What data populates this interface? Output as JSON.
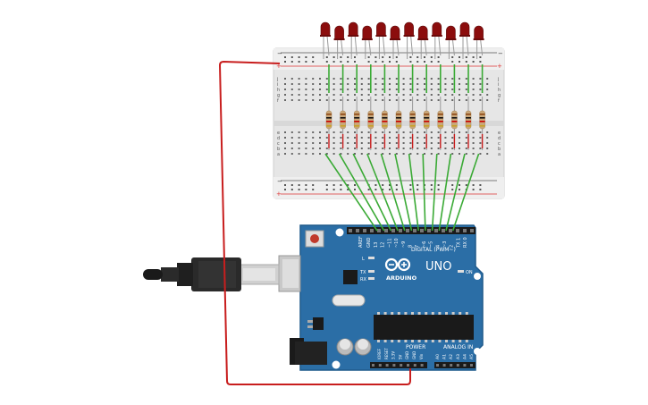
{
  "colors": {
    "board": "#2a6fa8",
    "board_dark": "#1f5a8c",
    "header_black": "#1a1a1a",
    "breadboard": "#e9e9e9",
    "breadboard_rail_red": "#d33",
    "breadboard_rail_blue": "#336",
    "led_red": "#8b0d0d",
    "wire_green": "#3aaa35",
    "wire_red": "#c81e1e",
    "resistor": "#c9a77a"
  },
  "components": {
    "led_count": 12,
    "resistor_count": 12
  },
  "board": {
    "brand": "ARDUINO",
    "model": "UNO",
    "digital_label": "DIGITAL (PWM~)",
    "power_label": "POWER",
    "analog_label": "ANALOG IN",
    "on_label": "ON",
    "l_label": "L",
    "tx_label": "TX",
    "rx_label": "RX",
    "aref_label": "AREF",
    "gnd_label": "GND",
    "digital_pins": [
      "13",
      "12",
      "~11",
      "~10",
      "~9",
      "8",
      "7",
      "~6",
      "~5",
      "4",
      "~3",
      "2",
      "TX 1",
      "RX 0"
    ],
    "power_pins": [
      "IOREF",
      "RESET",
      "3.3V",
      "5V",
      "GND",
      "GND",
      "Vin"
    ],
    "analog_pins": [
      "A0",
      "A1",
      "A2",
      "A3",
      "A4",
      "A5"
    ]
  },
  "breadboard": {
    "row_letters_top": [
      "j",
      "i",
      "h",
      "g",
      "f"
    ],
    "row_letters_bottom": [
      "e",
      "d",
      "c",
      "b",
      "a"
    ],
    "plus": "+",
    "minus": "−"
  }
}
